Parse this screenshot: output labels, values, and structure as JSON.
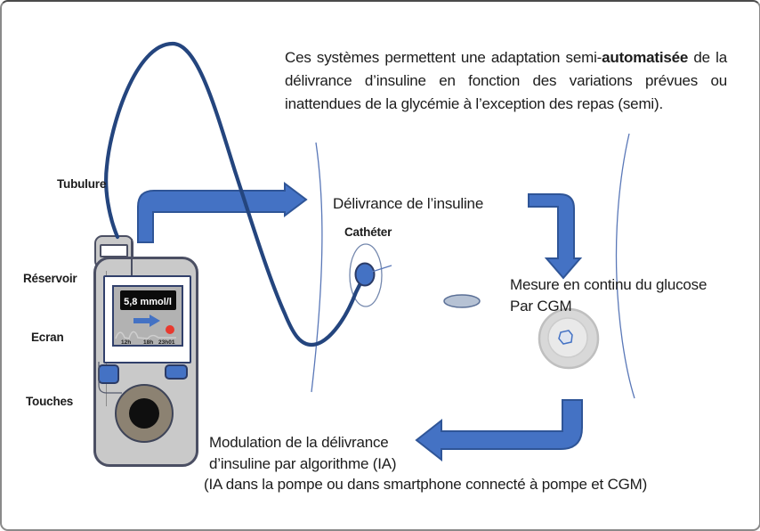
{
  "intro": {
    "line1_pre": "Ces systèmes permettent une adaptation semi-",
    "line1_bold": "automatisée",
    "line1_post": " de la",
    "line2": "délivrance d’insuline en fonction des variations prévues ou",
    "line3": "inattendues de la glycémie à l’exception des repas (semi)."
  },
  "pump_labels": {
    "tubing": "Tubulure",
    "reservoir": "Réservoir",
    "screen": "Ecran",
    "buttons": "Touches"
  },
  "flow": {
    "delivery": "Délivrance de l’insuline",
    "catheter": "Cathéter",
    "cgm_line1": "Mesure en continu du glucose",
    "cgm_line2": "Par CGM",
    "modulation_line1": "Modulation de la délivrance",
    "modulation_line2": "d’insuline par algorithme (IA)",
    "modulation_line3": "(IA dans la pompe ou dans smartphone connecté à pompe et CGM)"
  },
  "pump_screen": {
    "glucose_value": "5,8 mmol/l",
    "time_labels": [
      "12h",
      "18h",
      "23h01"
    ]
  },
  "colors": {
    "arrow_fill": "#4472c4",
    "arrow_stroke": "#2f5597",
    "tubing": "#24457e",
    "device_body": "#c9c9c9",
    "screen_bg": "#b2b2b2",
    "alert_dot": "#e8392e"
  }
}
